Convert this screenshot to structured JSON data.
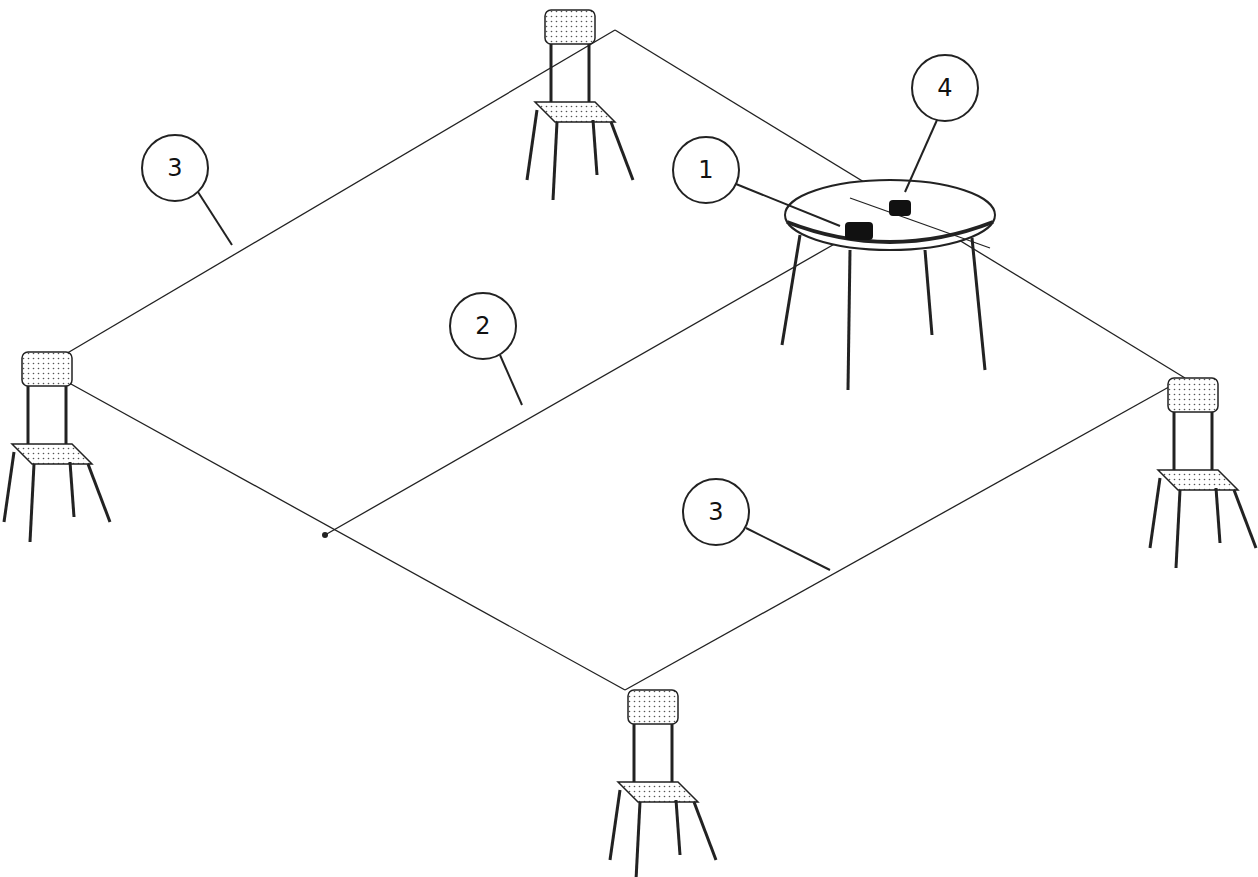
{
  "diagram": {
    "labels": [
      "3",
      "4",
      "1",
      "2",
      "3"
    ]
  }
}
